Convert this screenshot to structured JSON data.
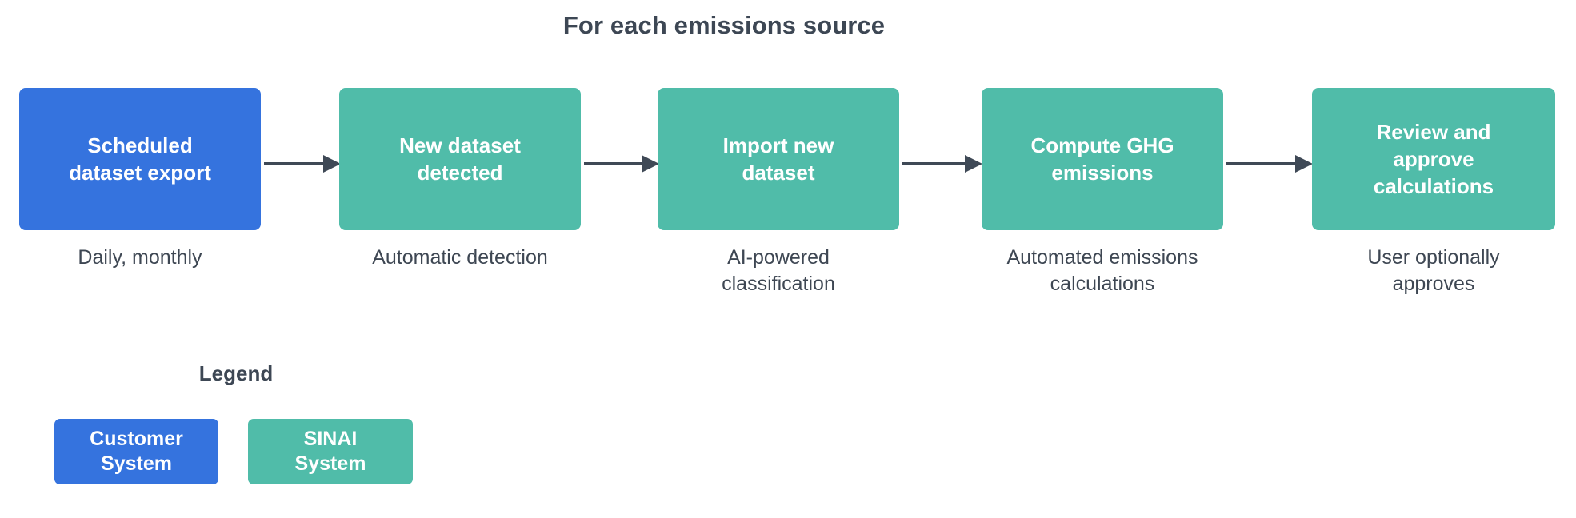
{
  "title": "For each emissions source",
  "colors": {
    "customer_system": "#3573de",
    "sinai_system": "#50bca9",
    "arrow": "#3f4956",
    "title_text": "#3d4754",
    "caption_text": "#3e4753",
    "background": "#ffffff",
    "node_text": "#ffffff"
  },
  "flow": {
    "nodes": [
      {
        "label": "Scheduled\ndataset export",
        "caption": "Daily, monthly",
        "system": "Customer System",
        "color": "#3573de"
      },
      {
        "label": "New dataset\ndetected",
        "caption": "Automatic detection",
        "system": "SINAI System",
        "color": "#50bca9"
      },
      {
        "label": "Import new\ndataset",
        "caption": "AI-powered\nclassification",
        "system": "SINAI System",
        "color": "#50bca9"
      },
      {
        "label": "Compute GHG\nemissions",
        "caption": "Automated emissions\ncalculations",
        "system": "SINAI System",
        "color": "#50bca9"
      },
      {
        "label": "Review and\napprove\ncalculations",
        "caption": "User optionally\napproves",
        "system": "SINAI System",
        "color": "#50bca9"
      }
    ],
    "connectors": [
      {
        "from": "Scheduled dataset export",
        "to": "New dataset detected",
        "style": "arrow"
      },
      {
        "from": "New dataset detected",
        "to": "Import new dataset",
        "style": "arrow"
      },
      {
        "from": "Import new dataset",
        "to": "Compute GHG emissions",
        "style": "arrow"
      },
      {
        "from": "Compute GHG emissions",
        "to": "Review and approve calculations",
        "style": "arrow"
      }
    ]
  },
  "legend": {
    "title": "Legend",
    "items": [
      {
        "label": "Customer\nSystem",
        "color": "#3573de"
      },
      {
        "label": "SINAI\nSystem",
        "color": "#50bca9"
      }
    ]
  }
}
